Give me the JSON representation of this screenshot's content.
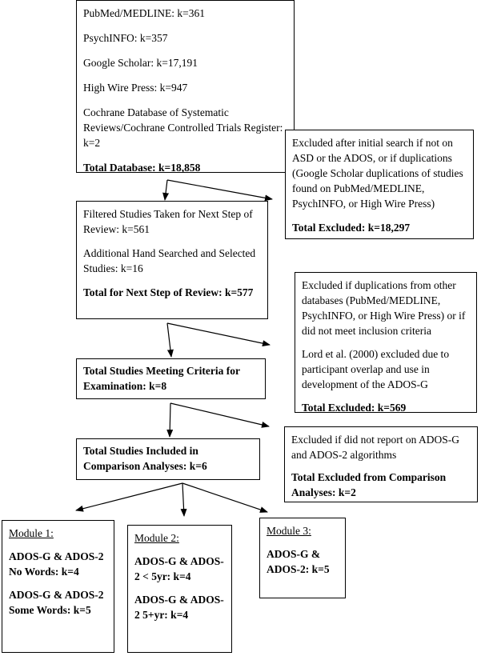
{
  "databases": {
    "pubmed": "PubMed/MEDLINE: k=361",
    "psychinfo": "PsychINFO: k=357",
    "google": "Google Scholar: k=17,191",
    "highwire": "High Wire Press: k=947",
    "cochrane": "Cochrane Database of Systematic Reviews/Cochrane Controlled Trials Register: k=2",
    "total": "Total Database: k=18,858"
  },
  "excluded_initial": {
    "text": "Excluded after initial search if not on ASD or the ADOS, or if duplications (Google Scholar duplications of studies found on PubMed/MEDLINE, PsychINFO, or High Wire Press)",
    "total": "Total Excluded: k=18,297"
  },
  "filtered": {
    "filtered_text": "Filtered Studies Taken for Next Step of Review: k=561",
    "hand_searched": "Additional Hand Searched and Selected Studies: k=16",
    "total": "Total for Next Step of Review: k=577"
  },
  "excluded_second": {
    "text": "Excluded if duplications from other databases (PubMed/MEDLINE, PsychINFO, or High Wire Press) or if did not meet inclusion criteria",
    "lord": "Lord et al. (2000) excluded due to participant overlap and use in development of the ADOS-G",
    "total": "Total Excluded: k=569"
  },
  "meeting_criteria": {
    "total": "Total Studies Meeting Criteria for Examination: k=8"
  },
  "excluded_comparison": {
    "text": "Excluded if did not report on ADOS-G and ADOS-2 algorithms",
    "total": "Total Excluded from Comparison Analyses: k=2"
  },
  "included": {
    "total": "Total Studies Included in Comparison Analyses: k=6"
  },
  "modules": [
    {
      "title": "Module 1:",
      "items": [
        "ADOS-G & ADOS-2 No Words: k=4",
        "ADOS-G & ADOS-2 Some Words: k=5"
      ]
    },
    {
      "title": "Module 2:",
      "items": [
        "ADOS-G & ADOS-2 < 5yr: k=4",
        "ADOS-G & ADOS-2 5+yr: k=4"
      ]
    },
    {
      "title": "Module 3:",
      "items": [
        "ADOS-G & ADOS-2: k=5"
      ]
    }
  ]
}
